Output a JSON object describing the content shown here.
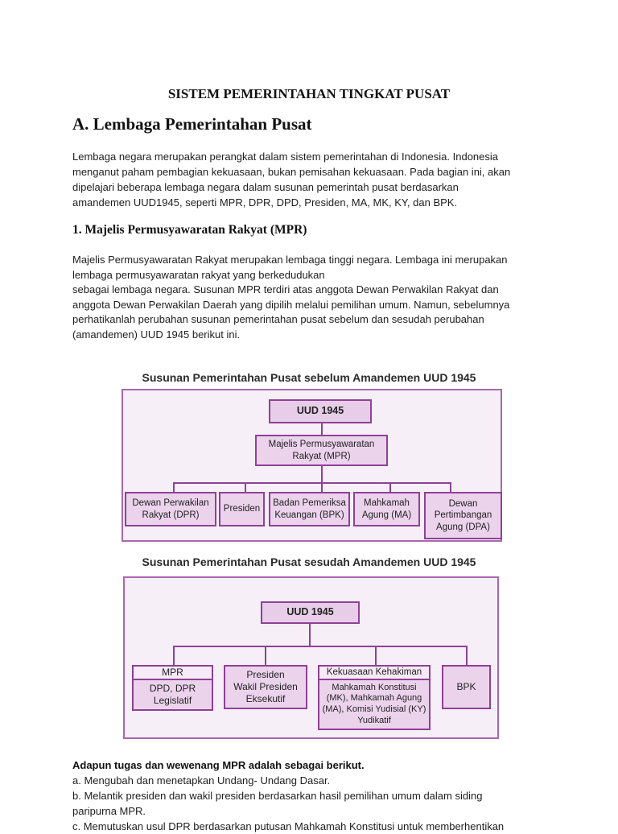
{
  "page": {
    "title": "SISTEM PEMERINTAHAN TINGKAT PUSAT",
    "section_heading": "A. Lembaga Pemerintahan Pusat",
    "intro_paragraph": "Lembaga negara merupakan perangkat dalam sistem pemerintahan di Indonesia. Indonesia\nmenganut paham pembagian kekuasaan, bukan pemisahan kekuasaan. Pada bagian ini, akan\ndipelajari beberapa lembaga negara dalam susunan pemerintah pusat berdasarkan\namandemen UUD1945, seperti MPR, DPR, DPD, Presiden, MA, MK, KY, dan BPK.",
    "subsection_heading": "1. Majelis Permusyawaratan Rakyat (MPR)",
    "mpr_paragraph": "Majelis Permusyawaratan Rakyat merupakan lembaga tinggi negara. Lembaga ini merupakan\nlembaga permusyawaratan rakyat yang berkedudukan\nsebagai lembaga negara. Susunan MPR terdiri atas anggota Dewan Perwakilan Rakyat dan\nanggota Dewan Perwakilan Daerah yang dipilih melalui pemilihan umum. Namun, sebelumnya\nperhatikanlah perubahan susunan pemerintahan pusat sebelum dan sesudah perubahan\n(amandemen) UUD 1945 berikut ini.",
    "tasks_heading": "Adapun tugas dan wewenang MPR adalah sebagai berikut.",
    "tasks": [
      "a. Mengubah dan menetapkan Undang- Undang Dasar.",
      "b. Melantik presiden dan wakil presiden berdasarkan hasil pemilihan umum dalam siding\nparipurna MPR.",
      "c. Memutuskan usul DPR berdasarkan putusan Mahkamah Konstitusi untuk memberhentikan"
    ]
  },
  "diagram_before": {
    "title": "Susunan Pemerintahan Pusat sebelum Amandemen UUD 1945",
    "root": "UUD 1945",
    "level2": "Majelis Permusyawaratan\nRakyat (MPR)",
    "children": {
      "dpr": "Dewan Perwakilan\nRakyat (DPR)",
      "presiden": "Presiden",
      "bpk": "Badan Pemeriksa\nKeuangan (BPK)",
      "ma": "Mahkamah\nAgung (MA)",
      "dpa": "Dewan\nPertimbangan\nAgung (DPA)"
    }
  },
  "diagram_after": {
    "title": "Susunan Pemerintahan Pusat sesudah Amandemen UUD 1945",
    "root": "UUD 1945",
    "groups": {
      "mpr": {
        "header": "MPR",
        "body": "DPD, DPR\nLegislatif"
      },
      "presiden": {
        "body": "Presiden\nWakil Presiden\nEksekutif"
      },
      "kehakiman": {
        "header": "Kekuasaan Kehakiman",
        "body": "Mahkamah Konstitusi\n(MK), Mahkamah Agung\n(MA), Komisi Yudisial (KY)\nYudikatif"
      },
      "bpk": {
        "body": "BPK"
      }
    }
  },
  "colors": {
    "page_background": "#ffffff",
    "text": "#1e1e1e",
    "diagram_background": "#f6eff8",
    "diagram_border": "#a868ae",
    "box_fill": "#ecd3ec",
    "box_fill_root": "#e8cde8",
    "box_fill_header": "#f6eaf6",
    "box_border": "#8f4196"
  }
}
